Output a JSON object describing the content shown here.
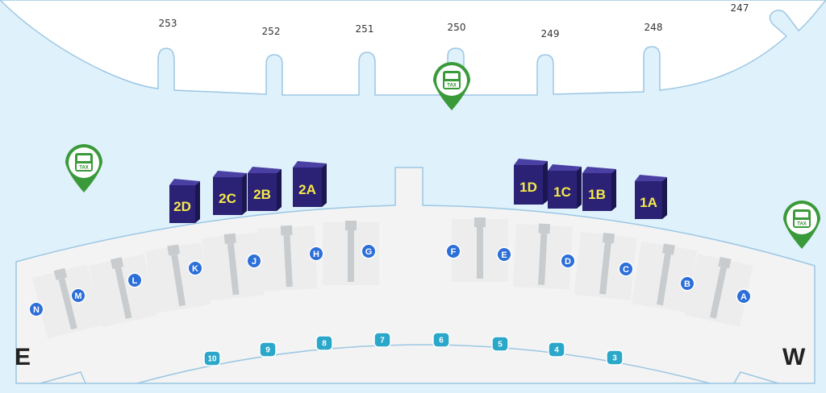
{
  "colors": {
    "water": "#dff1fb",
    "apron": "#dff1fb",
    "building": "#ffffff",
    "outline": "#9cc7e3",
    "hall": "#ededed",
    "counter": "#2b2276",
    "counter_text": "#f5e94a",
    "pin_blue": "#2d6fd8",
    "pin_teal": "#2aa7c9",
    "tax_green": "#3a9a3a"
  },
  "gates": [
    "253",
    "252",
    "251",
    "250",
    "249",
    "248",
    "247"
  ],
  "counters_left": [
    "2D",
    "2C",
    "2B",
    "2A"
  ],
  "counters_right": [
    "1D",
    "1C",
    "1B",
    "1A"
  ],
  "checkin_rows": [
    "N",
    "M",
    "L",
    "K",
    "J",
    "H",
    "G",
    "F",
    "E",
    "D",
    "C",
    "B",
    "A"
  ],
  "entrances": [
    "10",
    "9",
    "8",
    "7",
    "6",
    "5",
    "4",
    "3"
  ],
  "tax_label": "TAX",
  "directions": {
    "east": "E",
    "west": "W"
  }
}
